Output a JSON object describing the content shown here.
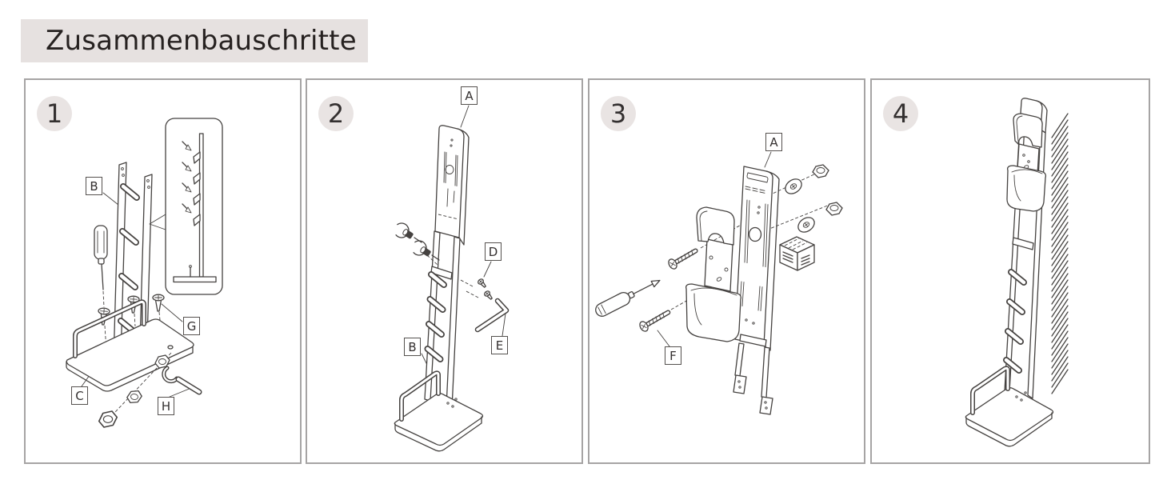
{
  "title": "Zusammenbauschritte",
  "colors": {
    "title_bg": "#e6e1e0",
    "badge_bg": "#e9e4e3",
    "panel_border": "#a6a4a4",
    "line": "#454240",
    "text": "#262120"
  },
  "steps": [
    {
      "number": "1",
      "parts": {
        "b": "B",
        "c": "C",
        "g": "G",
        "h": "H"
      }
    },
    {
      "number": "2",
      "parts": {
        "a": "A",
        "b": "B",
        "d": "D",
        "e": "E"
      }
    },
    {
      "number": "3",
      "parts": {
        "a": "A",
        "f": "F"
      }
    },
    {
      "number": "4",
      "parts": {}
    }
  ]
}
